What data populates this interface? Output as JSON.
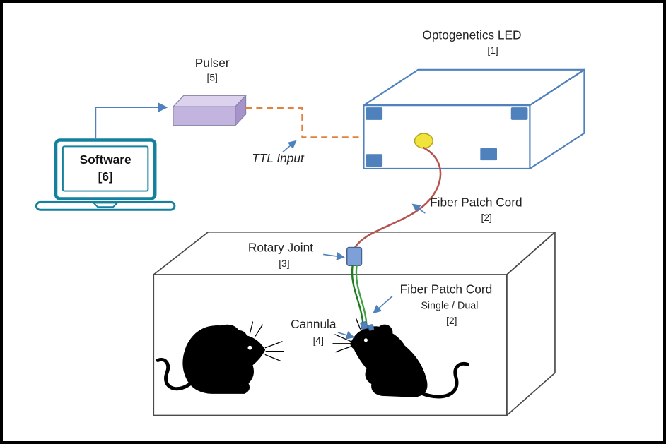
{
  "labels": {
    "optogenetics_led": {
      "text": "Optogenetics LED",
      "ref": "[1]"
    },
    "fiber_patch_cord_top": {
      "text": "Fiber Patch Cord",
      "ref": "[2]"
    },
    "rotary_joint": {
      "text": "Rotary Joint",
      "ref": "[3]"
    },
    "cannula": {
      "text": "Cannula",
      "ref": "[4]"
    },
    "pulser": {
      "text": "Pulser",
      "ref": "[5]"
    },
    "software": {
      "text": "Software",
      "ref": "[6]"
    },
    "ttl_input": {
      "text": "TTL Input"
    },
    "fiber_patch_cord_cage": {
      "text": "Fiber Patch Cord",
      "sub": "Single / Dual",
      "ref": "[2]"
    }
  },
  "colors": {
    "accent_blue": "#4f81bd",
    "pulser_front": "#c3b4df",
    "pulser_top": "#dcd2ee",
    "pulser_side": "#a593c9",
    "dashed_orange": "#e0813c",
    "led_yellow": "#efe33c",
    "led_yellow_edge": "#b1a520",
    "fiber_red": "#b5534f",
    "fiber_green_dark": "#1e7d1e",
    "fiber_green_light": "#43a047",
    "rotary_fill": "#7da0d9",
    "rotary_edge": "#46648f",
    "laptop_teal": "#15809e",
    "cage_gray": "#4a4a4a",
    "mouse_black": "#000000",
    "text_dark": "#222222"
  }
}
